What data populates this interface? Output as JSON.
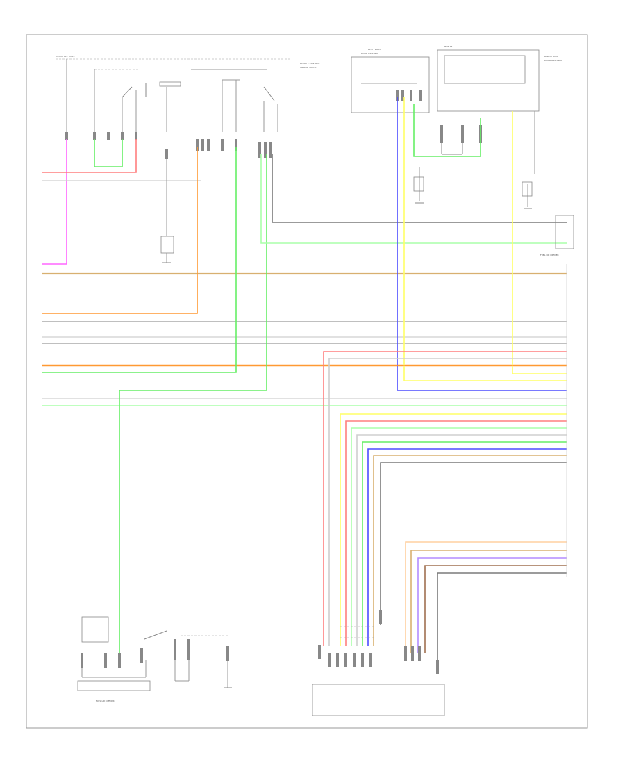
{
  "diagram": {
    "footer_code": "",
    "wire_colors": {
      "red": "#ff7f7f",
      "pink": "#ff66ff",
      "green": "#66ee66",
      "lightgreen": "#aaffaa",
      "orange": "#ff9933",
      "tan": "#d8b070",
      "blue": "#4d4dff",
      "yellow": "#ffff66",
      "gray": "#7a7a7a",
      "lightgray": "#cfcfcf",
      "violet": "#b38cff",
      "brown": "#a07050"
    },
    "components": [
      {
        "id": "hot-at-all-times",
        "label": ""
      },
      {
        "id": "left-front-door-assembly",
        "label": ""
      },
      {
        "id": "right-front-door-assembly",
        "label": ""
      },
      {
        "id": "power-window-master-switch",
        "label": ""
      },
      {
        "id": "fuel-lid-opener-switch",
        "label": ""
      },
      {
        "id": "remote-control-mirror-switch",
        "label": ""
      }
    ]
  }
}
